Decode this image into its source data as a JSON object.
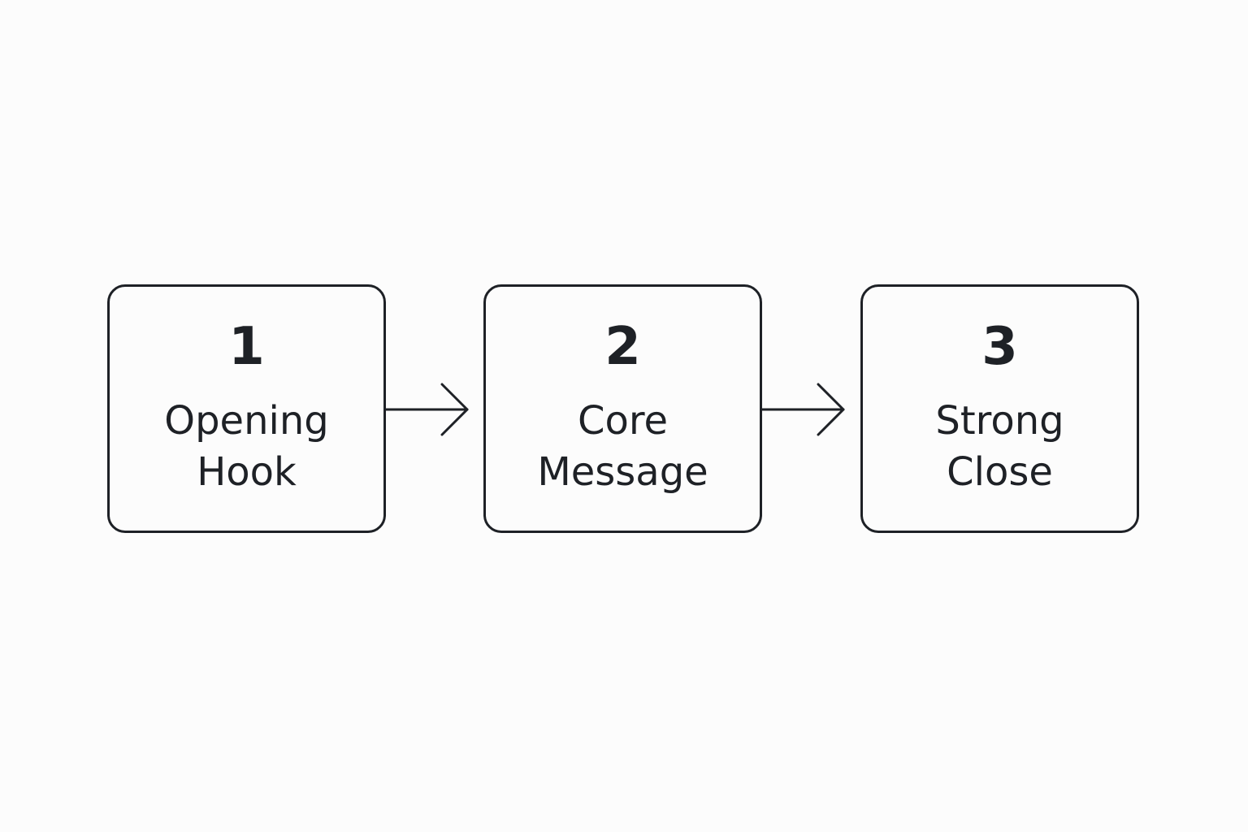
{
  "steps": [
    {
      "number": "1",
      "label_lines": [
        "Opening",
        "Hook"
      ]
    },
    {
      "number": "2",
      "label_lines": [
        "Core",
        "Message"
      ]
    },
    {
      "number": "3",
      "label_lines": [
        "Strong",
        "Close"
      ]
    }
  ],
  "colors": {
    "background": "#fcfcfc",
    "stroke": "#1e2126",
    "text": "#1e2126"
  },
  "connectors": [
    {
      "from": "1",
      "to": "2",
      "icon": "arrow-right-icon"
    },
    {
      "from": "2",
      "to": "3",
      "icon": "arrow-right-icon"
    }
  ]
}
